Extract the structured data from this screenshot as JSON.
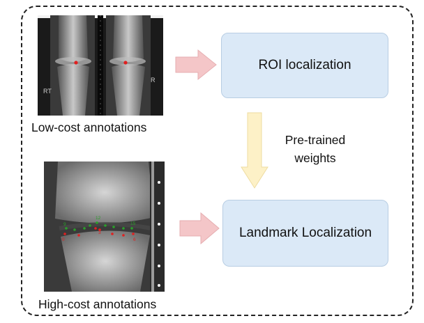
{
  "captions": {
    "low_cost": "Low-cost annotations",
    "high_cost": "High-cost annotations"
  },
  "boxes": {
    "roi": "ROI localization",
    "landmark": "Landmark Localization"
  },
  "pretrained": {
    "line1": "Pre-trained",
    "line2": "weights"
  },
  "xray_labels": {
    "left_marker": "RT",
    "right_marker": "R",
    "lm_9": "9",
    "lm_12": "12",
    "lm_15": "15",
    "lm_0": "0",
    "lm_3": "3",
    "lm_6": "6"
  },
  "colors": {
    "box_fill": "#dbe9f7",
    "arrow_pink": "#f4c6c8",
    "arrow_yellow": "#fdf1c7",
    "landmark_green": "#2aa02a",
    "landmark_red": "#e02020"
  }
}
